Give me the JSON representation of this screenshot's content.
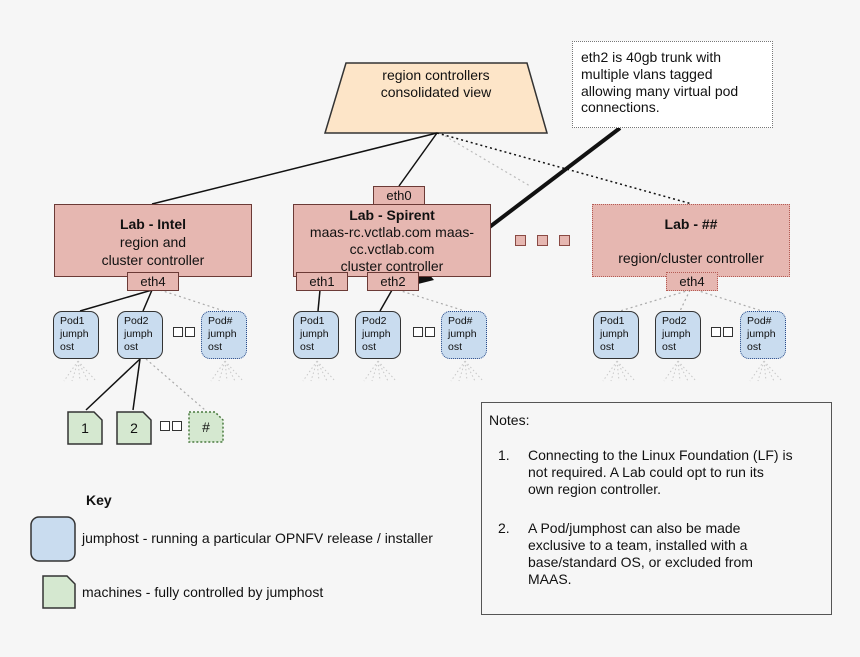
{
  "region": {
    "line1": "region controllers",
    "line2": "consolidated view"
  },
  "callout": {
    "line1": "eth2 is 40gb trunk with",
    "line2": "multiple vlans tagged",
    "line3": "allowing many virtual pod",
    "line4": "connections."
  },
  "labs": {
    "intel": {
      "title": "Lab - Intel",
      "line1": "region and",
      "line2": "cluster controller",
      "port": "eth4"
    },
    "spirent": {
      "title": "Lab - Spirent",
      "line1": "maas-rc.vctlab.com maas-",
      "line2": "cc.vctlab.com",
      "line3": "cluster controller",
      "top_port": "eth0",
      "port1": "eth1",
      "port2": "eth2"
    },
    "other": {
      "title": "Lab - ##",
      "line1": "region/cluster controller",
      "port": "eth4"
    }
  },
  "pods": {
    "pod1": [
      "Pod1",
      "jumph",
      "ost"
    ],
    "pod2": [
      "Pod2",
      "jumph",
      "ost"
    ],
    "podn": [
      "Pod#",
      "jumph",
      "ost"
    ]
  },
  "machines": {
    "m1": "1",
    "m2": "2",
    "mn": "#"
  },
  "key": {
    "title": "Key",
    "jumphost": "jumphost - running a particular OPNFV release / installer",
    "machines": "machines - fully controlled by jumphost"
  },
  "notes": {
    "title": "Notes:",
    "items": [
      {
        "num": "1.",
        "lines": [
          "Connecting to the Linux Foundation (LF) is",
          "not required.  A Lab could opt to run its",
          "own region controller."
        ]
      },
      {
        "num": "2.",
        "lines": [
          "A Pod/jumphost can also be made",
          "exclusive to a team, installed with a",
          "base/standard OS, or excluded from",
          "MAAS."
        ]
      }
    ]
  },
  "colors": {
    "lab": "#e6b7b1",
    "jumphost": "#c9dcef",
    "machine": "#d5e8d0",
    "region": "#fde5c8"
  }
}
